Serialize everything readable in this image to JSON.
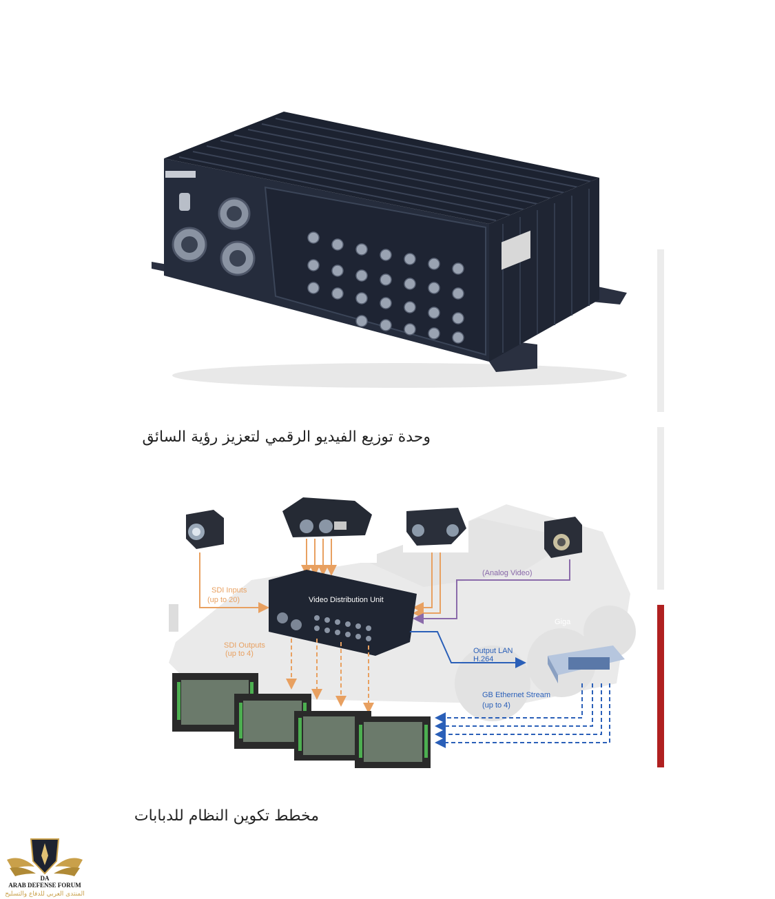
{
  "captions": {
    "vdu_caption": "وحدة توزيع الفيديو الرقمي لتعزيز رؤية السائق",
    "diagram_caption": "مخطط تكوين النظام للدبابات"
  },
  "diagram": {
    "unit_label": "Video Distribution Unit",
    "sdi_inputs": "SDI Inputs",
    "sdi_inputs_count": "(up to 20)",
    "sdi_outputs": "SDI Outputs",
    "sdi_outputs_count": "(up to 4)",
    "analog_video": "(Analog Video)",
    "output_lan": "Output LAN",
    "output_codec": "H.264",
    "gb_stream": "GB Ethernet Stream",
    "gb_stream_count": "(up to 4)",
    "giga_fragment": "Giga"
  },
  "watermark": {
    "initials": "DA",
    "name_en": "ARAB DEFENSE FORUM",
    "name_ar": "المنتدى العربي للدفاع والتسليح"
  },
  "colors": {
    "orange_arrow": "#e8a060",
    "purple_arrow": "#8a6aaa",
    "blue_arrow": "#2a5fb8",
    "accent_bar": "#b02020",
    "gold": "#c9a04a"
  }
}
